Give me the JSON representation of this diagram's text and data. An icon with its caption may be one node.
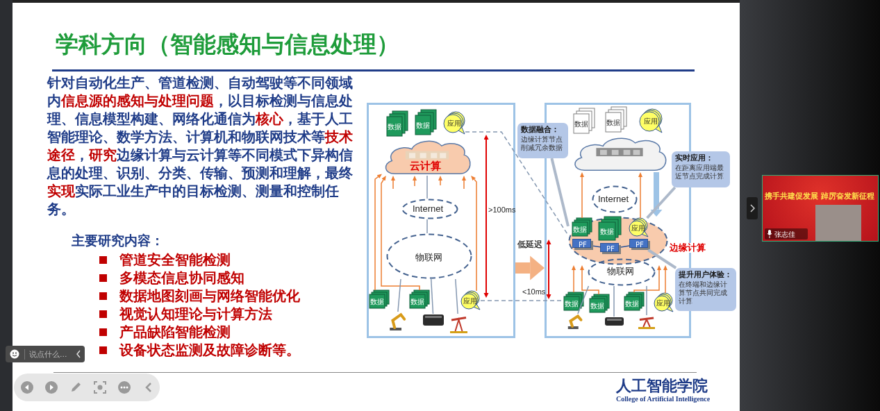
{
  "diagram": {
    "title": "学科方向（智能感知与信息处理）",
    "nodes": [
      {
        "text": [],
        "shape": "box"
      },
      {
        "text": [
          "云计算"
        ],
        "in": 0
      },
      {
        "text": [
          "数据"
        ],
        "in": 0
      },
      {
        "text": [
          "数据"
        ],
        "in": 0
      },
      {
        "text": [
          "应用"
        ],
        "in": 0
      },
      {
        "text": [
          "Internet"
        ],
        "in": 0
      },
      {
        "text": [
          "物联网"
        ],
        "in": 0
      },
      {
        "text": [
          "数据"
        ],
        "in": 0
      },
      {
        "text": [
          "数据"
        ],
        "in": 0
      },
      {
        "text": [
          "应用"
        ],
        "in": 0
      },
      {
        "text": [],
        "shape": "picture",
        "in": 0
      },
      {
        "text": [],
        "shape": "picture",
        "in": 0
      },
      {
        "text": [],
        "shape": "picture",
        "in": 0
      },
      {
        "text": [],
        "shape": "box"
      },
      {
        "text": [],
        "shape": "cloud",
        "in": 13
      },
      {
        "text": [
          "数据"
        ],
        "in": 13
      },
      {
        "text": [
          "数据"
        ],
        "in": 13
      },
      {
        "text": [
          "应用"
        ],
        "in": 13
      },
      {
        "text": [
          "Internet"
        ],
        "in": 13
      },
      {
        "text": [],
        "shape": "circle",
        "beside": [
          "边缘计算"
        ],
        "in": 13
      },
      {
        "text": [
          "数据"
        ],
        "in": 19
      },
      {
        "text": [
          "数据"
        ],
        "in": 19
      },
      {
        "text": [
          "应用"
        ],
        "in": 19
      },
      {
        "text": [
          "PF"
        ],
        "in": 19
      },
      {
        "text": [
          "PF"
        ],
        "in": 19
      },
      {
        "text": [
          "PF"
        ],
        "in": 19
      },
      {
        "text": [
          "物联网"
        ],
        "in": 13
      },
      {
        "text": [
          "数据"
        ],
        "in": 13
      },
      {
        "text": [
          "数据"
        ],
        "in": 13
      },
      {
        "text": [
          "数据"
        ],
        "in": 13
      },
      {
        "text": [
          "应用"
        ],
        "in": 13
      },
      {
        "text": [],
        "shape": "picture",
        "in": 13
      },
      {
        "text": [],
        "shape": "picture",
        "in": 13
      },
      {
        "text": [],
        "shape": "picture",
        "in": 13
      },
      {
        "text": [
          "数据融合：",
          "边缘计算节点削减冗余数据"
        ]
      },
      {
        "text": [
          "实时应用：",
          "在距离应用端最近节点完成计算"
        ]
      },
      {
        "text": [
          "提升用户体验：",
          "在终端和边缘计算节点共同完成计算"
        ]
      }
    ],
    "edges": [
      {
        "from": 7,
        "to": 1,
        "arrow": "to",
        "color": "#ed7d31"
      },
      {
        "from": 8,
        "to": 1,
        "arrow": "to",
        "color": "#ed7d31"
      },
      {
        "from": 9,
        "to": 1,
        "arrow": "to",
        "color": "#ed7d31"
      },
      {
        "from": null,
        "to": 1,
        "arrow": "to",
        "color": "#ed7d31"
      },
      {
        "from": null,
        "to": 1,
        "arrow": "to",
        "color": "#ed7d31"
      },
      {
        "from": null,
        "to": 1,
        "arrow": "to",
        "color": "#ed7d31"
      },
      {
        "from": null,
        "to": 1,
        "arrow": "to",
        "color": "#ed7d31"
      },
      {
        "from": 1,
        "to": 5,
        "arrow": "none",
        "color": "#8497b0"
      },
      {
        "from": 5,
        "to": 6,
        "arrow": "none",
        "color": "#8497b0"
      },
      {
        "from": 10,
        "to": 6,
        "arrow": "none",
        "color": "#8497b0"
      },
      {
        "from": 11,
        "to": 6,
        "arrow": "none",
        "color": "#8497b0"
      },
      {
        "from": 12,
        "to": 6,
        "arrow": "none",
        "color": "#8497b0"
      },
      {
        "from": 4,
        "to": 19,
        "arrow": "none",
        "style": "dashed",
        "color": "#8497b0"
      },
      {
        "from": 9,
        "to": 27,
        "arrow": "none",
        "style": "dashed",
        "color": "#8497b0"
      },
      {
        "from": 0,
        "to": 13,
        "arrow": "to",
        "label": "低延迟",
        "style": "thick",
        "color": "#f4b183"
      },
      {
        "from": 14,
        "to": 19,
        "arrow": "to",
        "style": "thick",
        "color": "#9dc3e6"
      },
      {
        "from": 20,
        "to": 14,
        "arrow": "to",
        "color": "#ed7d31"
      },
      {
        "from": 22,
        "to": 14,
        "arrow": "to",
        "color": "#ed7d31"
      },
      {
        "from": 27,
        "to": 19,
        "arrow": "to",
        "color": "#ed7d31"
      },
      {
        "from": 28,
        "to": 19,
        "arrow": "to",
        "color": "#ed7d31"
      },
      {
        "from": 29,
        "to": 19,
        "arrow": "to",
        "color": "#ed7d31"
      },
      {
        "from": 30,
        "to": 19,
        "arrow": "to",
        "color": "#ed7d31"
      },
      {
        "from": 23,
        "to": 24,
        "arrow": "none",
        "color": "#2f5597"
      },
      {
        "from": 24,
        "to": 25,
        "arrow": "none",
        "color": "#2f5597"
      },
      {
        "from": 31,
        "to": 26,
        "arrow": "none",
        "color": "#8497b0"
      },
      {
        "from": 32,
        "to": 26,
        "arrow": "none",
        "color": "#8497b0"
      },
      {
        "from": 33,
        "to": 26,
        "arrow": "none",
        "color": "#8497b0"
      },
      {
        "from": 34,
        "to": 19,
        "arrow": "none",
        "style": "thick",
        "color": "#adb9ca"
      },
      {
        "from": 35,
        "to": 22,
        "arrow": "none",
        "style": "thick",
        "color": "#adb9ca"
      },
      {
        "from": 36,
        "to": 25,
        "arrow": "none",
        "style": "thick",
        "color": "#adb9ca"
      }
    ],
    "labels": [
      "针对自动化生产、管道检测、自动驾驶等不同领域内**信息源的感知与处理问题**，以目标检测与信息处理、信息模型构建、网络化通信为**核心**，基于人工智能理论、数学方法、计算机和物联网技术等**技术途径**，**研究**边缘计算与云计算等不同模式下异构信息的处理、识别、分类、传输、预测和理解，最终**实现**实际工业生产中的目标检测、测量和控制任务。",
      "主要研究内容：",
      "管道安全智能检测",
      "多模态信息协同感知",
      "数据地图刻画与网络智能优化",
      "视觉认知理论与计算方法",
      "产品缺陷智能检测",
      "设备状态监测及故障诊断等。",
      ">100ms",
      "<10ms",
      "人工智能学院",
      "College of Artificial Intelligence",
      "说点什么...",
      "携手共建促发展 踔厉奋发新征程",
      "张志佳"
    ]
  }
}
